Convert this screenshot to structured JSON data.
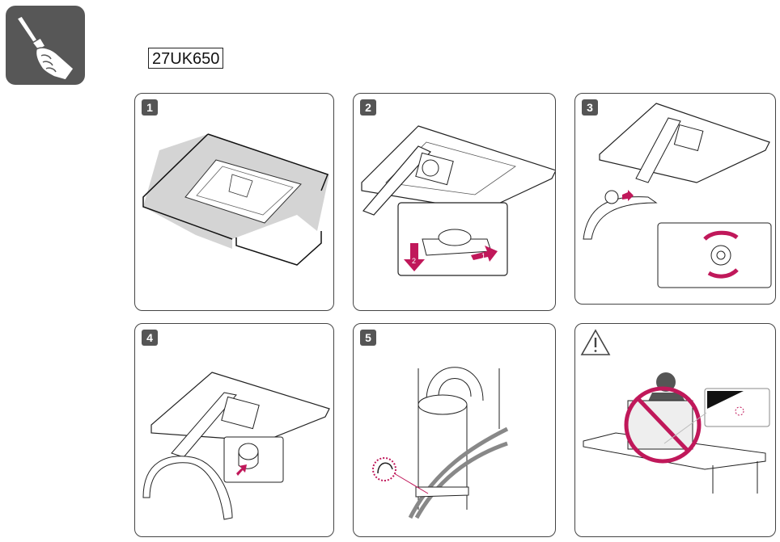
{
  "header": {
    "tool_icon": "screwdriver-hand-icon",
    "model": "27UK650"
  },
  "colors": {
    "badge_bg": "#555555",
    "accent_magenta": "#c0185a",
    "icon_bg": "#575757",
    "cover_gray": "#d4d4d4"
  },
  "steps": [
    {
      "badge": "1",
      "description": "Monitor placed face-down on packaging cushion"
    },
    {
      "badge": "2",
      "description": "Detach stand body: slide 1, pull 2"
    },
    {
      "badge": "3",
      "description": "Attach base and tighten screw"
    },
    {
      "badge": "4",
      "description": "Press release button"
    },
    {
      "badge": "5",
      "description": "Route cables through cable holder"
    },
    {
      "badge": "warning-icon",
      "description": "Do not place monitor upright on button"
    }
  ],
  "step2_arrows": [
    "1",
    "2"
  ]
}
